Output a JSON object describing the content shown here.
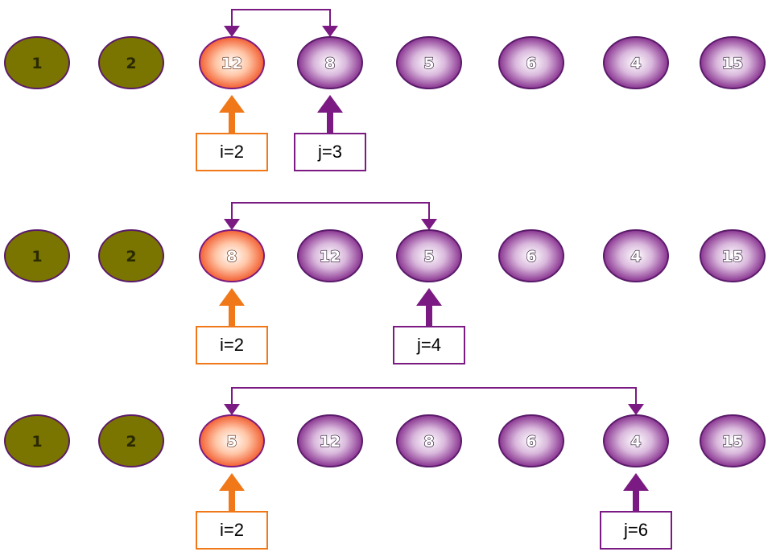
{
  "colors": {
    "sorted_fill": "#7a7400",
    "orange_center": "#ffffff",
    "orange_edge": "#f04a1a",
    "purple_center": "#ffffff",
    "purple_edge": "#7a1a82",
    "i_pointer": "#f07818",
    "j_pointer": "#7a1a82",
    "swap_line": "#7a1a82"
  },
  "steps": [
    {
      "values": [
        "1",
        "2",
        "12",
        "8",
        "5",
        "6",
        "4",
        "15"
      ],
      "i": 2,
      "j": 3,
      "i_label": "i=2",
      "j_label": "j=3"
    },
    {
      "values": [
        "1",
        "2",
        "8",
        "12",
        "5",
        "6",
        "4",
        "15"
      ],
      "i": 2,
      "j": 4,
      "i_label": "i=2",
      "j_label": "j=4"
    },
    {
      "values": [
        "1",
        "2",
        "5",
        "12",
        "8",
        "6",
        "4",
        "15"
      ],
      "i": 2,
      "j": 6,
      "i_label": "i=2",
      "j_label": "j=6"
    }
  ]
}
